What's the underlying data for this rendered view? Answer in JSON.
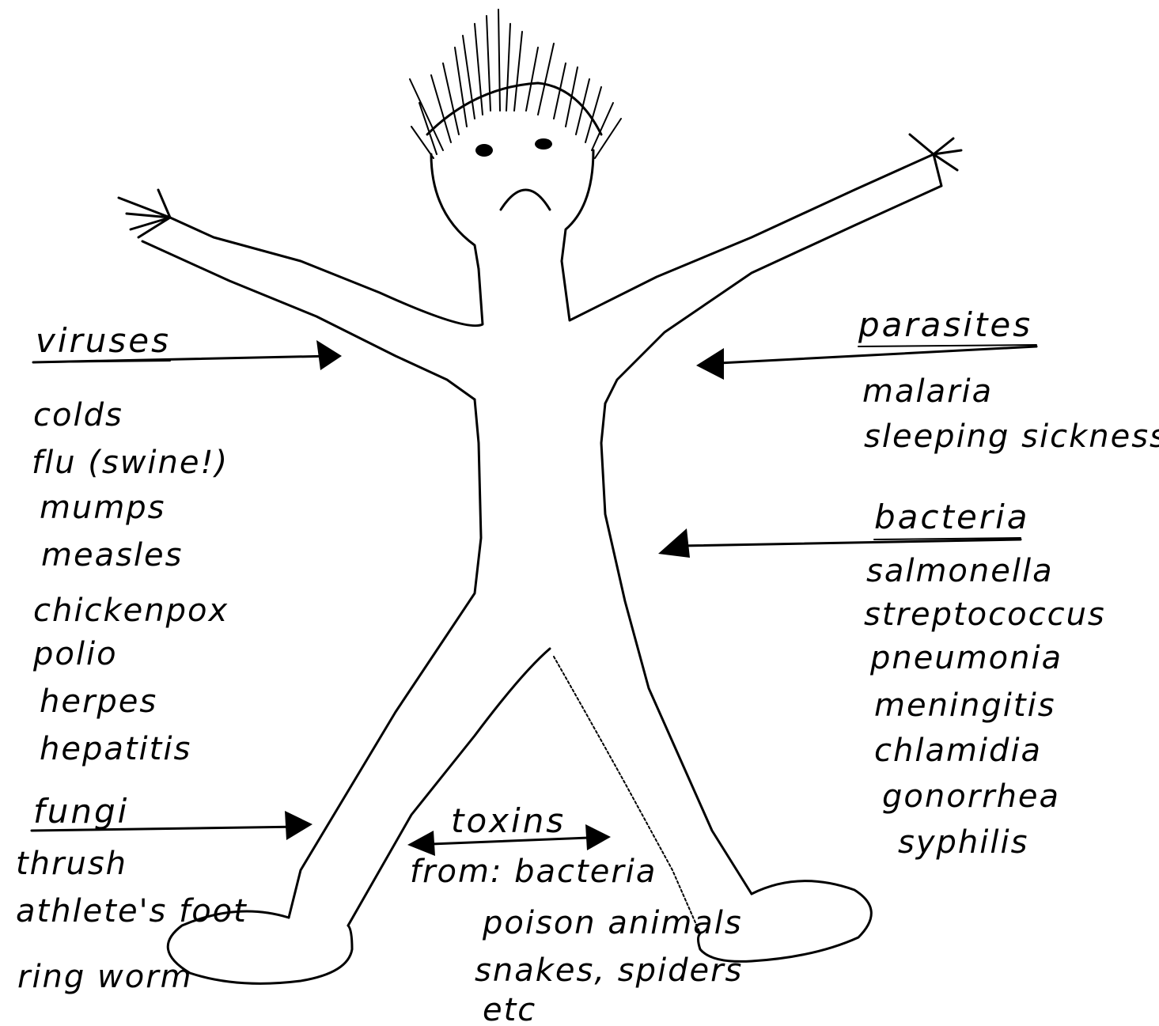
{
  "groups": {
    "viruses": {
      "heading": "viruses",
      "items": [
        "colds",
        "flu (swine!)",
        "mumps",
        "measles",
        "chickenpox",
        "polio",
        "herpes",
        "hepatitis"
      ]
    },
    "parasites": {
      "heading": "parasites",
      "items": [
        "malaria",
        "sleeping sickness"
      ]
    },
    "bacteria": {
      "heading": "bacteria",
      "items": [
        "salmonella",
        "streptococcus",
        "pneumonia",
        "meningitis",
        "chlamidia",
        "gonorrhea",
        "syphilis"
      ]
    },
    "fungi": {
      "heading": "fungi",
      "items": [
        "thrush",
        "athlete's foot",
        "ring worm"
      ]
    },
    "toxins": {
      "heading": "toxins",
      "items": [
        "from: bacteria",
        "poison animals",
        "snakes, spiders",
        "etc"
      ]
    }
  }
}
